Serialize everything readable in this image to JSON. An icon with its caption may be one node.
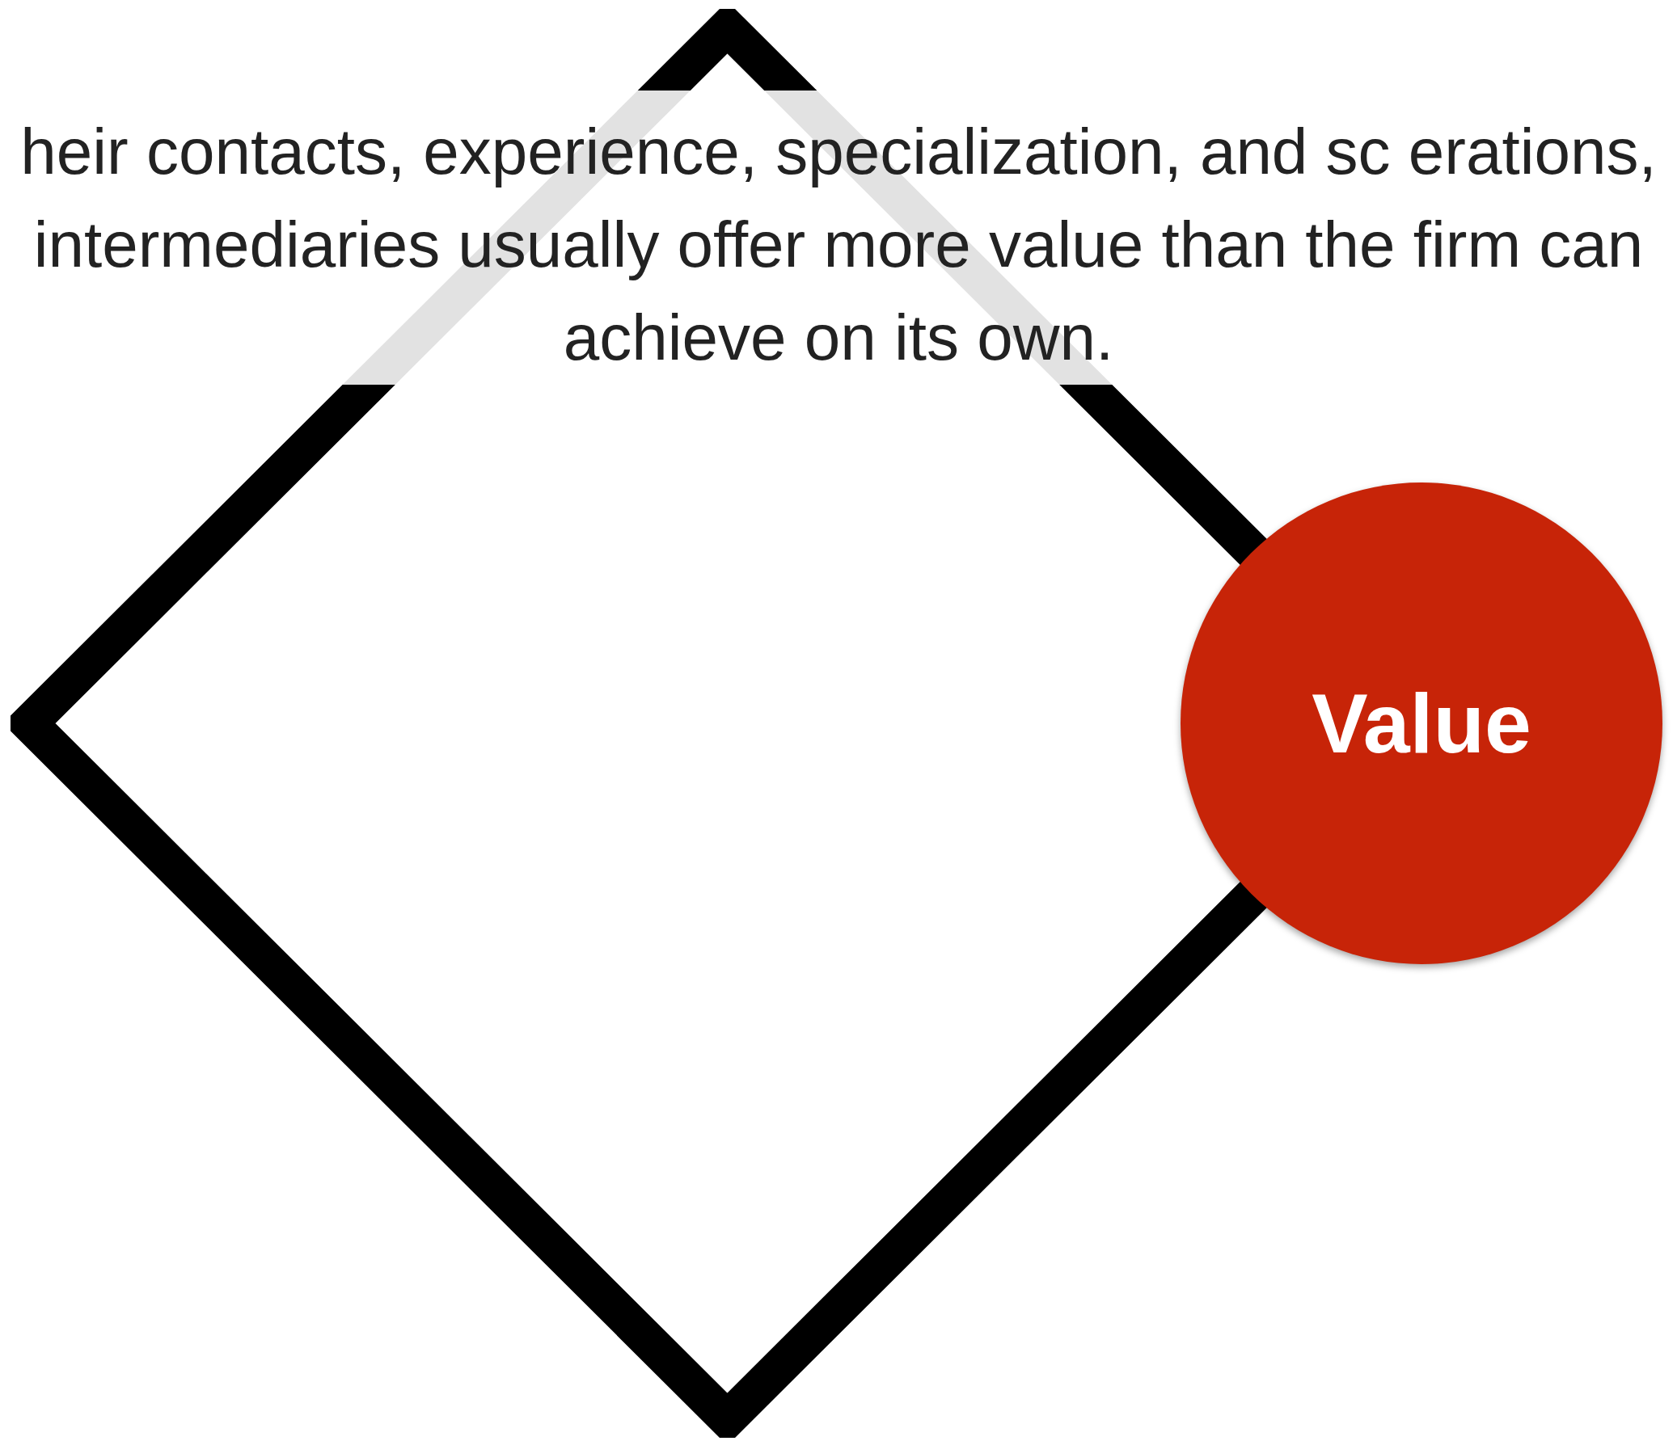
{
  "diagram": {
    "nodes": [
      {
        "text": [],
        "shape": "diamond"
      },
      {
        "text": [
          "Value"
        ]
      }
    ],
    "labels": [
      "heir contacts, experience, specialization, and sc erations, intermediaries usually offer more value than the firm can achieve on its own."
    ]
  }
}
